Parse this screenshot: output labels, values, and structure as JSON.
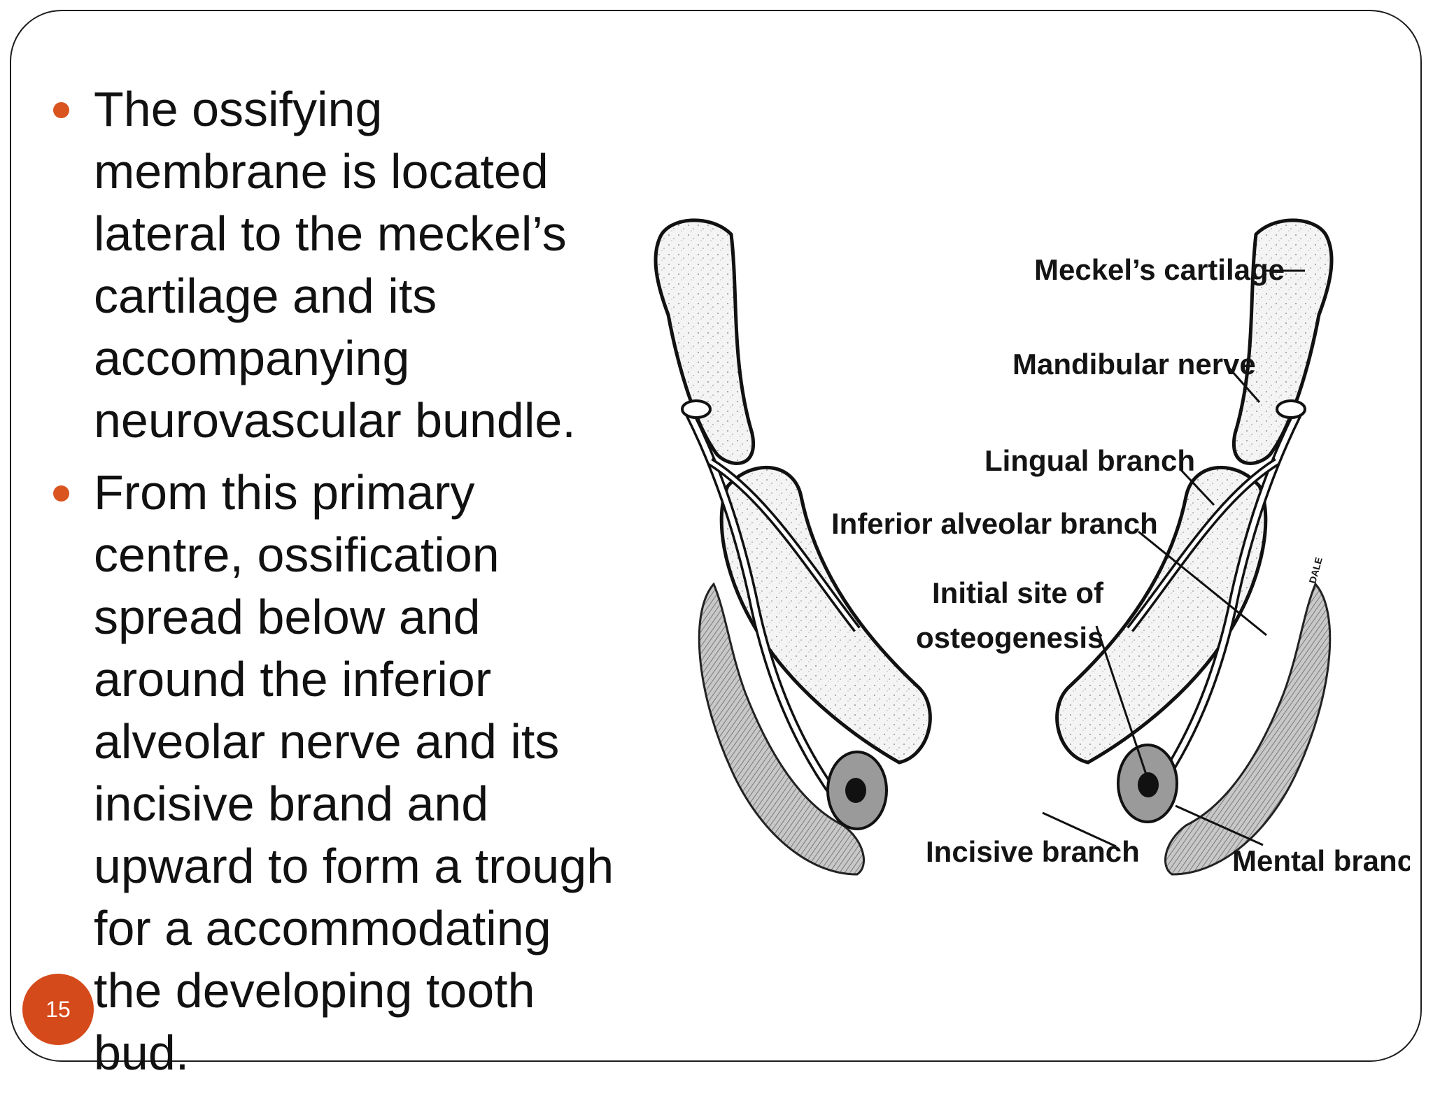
{
  "bullets": [
    {
      "text": "The ossifying membrane is located lateral to the meckel’s cartilage and its accompanying neurovascular bundle."
    },
    {
      "text": "From this primary centre, ossification spread below and around the inferior alveolar nerve and its incisive brand and upward to form a trough for a accommodating the developing tooth bud."
    }
  ],
  "diagram": {
    "labels": {
      "meckels_cartilage": "Meckel’s cartilage",
      "mandibular_nerve": "Mandibular nerve",
      "lingual_branch": "Lingual branch",
      "inferior_alveolar_branch": "Inferior alveolar branch",
      "initial_site_line1": "Initial site of",
      "initial_site_line2": "osteogenesis",
      "incisive_branch": "Incisive branch",
      "mental_branch": "Mental branch",
      "artist_signature": "DALE"
    }
  },
  "slide_number": "15",
  "colors": {
    "accent": "#d54a1a",
    "bullet": "#d9541f"
  }
}
